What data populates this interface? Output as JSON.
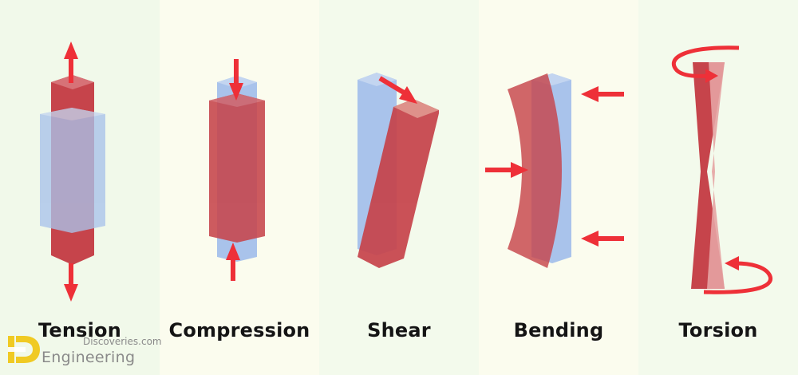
{
  "panels": [
    {
      "label": "Tension"
    },
    {
      "label": "Compression"
    },
    {
      "label": "Shear"
    },
    {
      "label": "Bending"
    },
    {
      "label": "Torsion"
    }
  ],
  "logo": {
    "site_text": "Discoveries.com",
    "brand_text": "Engineering"
  },
  "colors": {
    "deformed": "#c6444b",
    "original": "#a9c3eb",
    "arrow": "#ee3038",
    "text": "#141414"
  }
}
